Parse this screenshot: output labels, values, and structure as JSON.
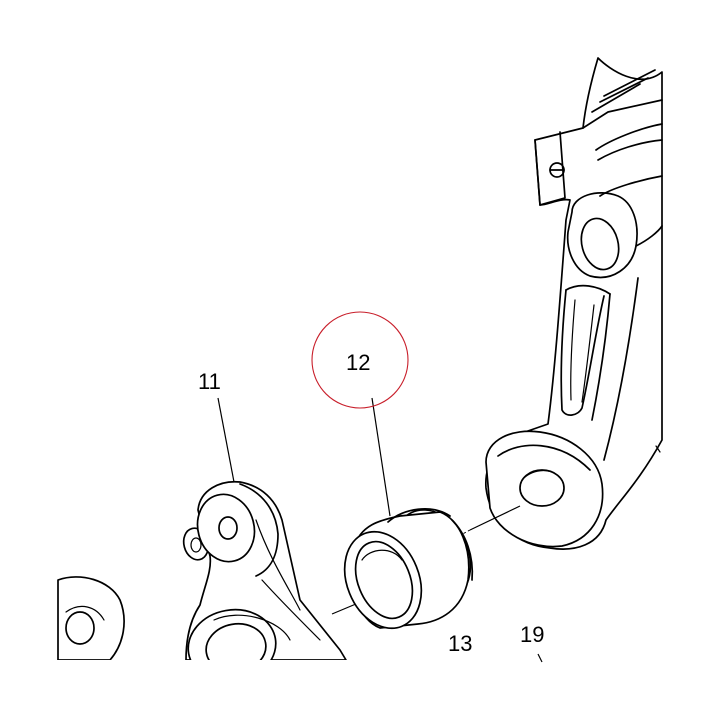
{
  "callouts": {
    "part_11": "11",
    "part_12": "12",
    "part_13": "13",
    "part_19": "19"
  },
  "highlighted_part": "12",
  "colors": {
    "line": "#000000",
    "highlight_circle": "#c81e2a",
    "background": "#ffffff"
  }
}
